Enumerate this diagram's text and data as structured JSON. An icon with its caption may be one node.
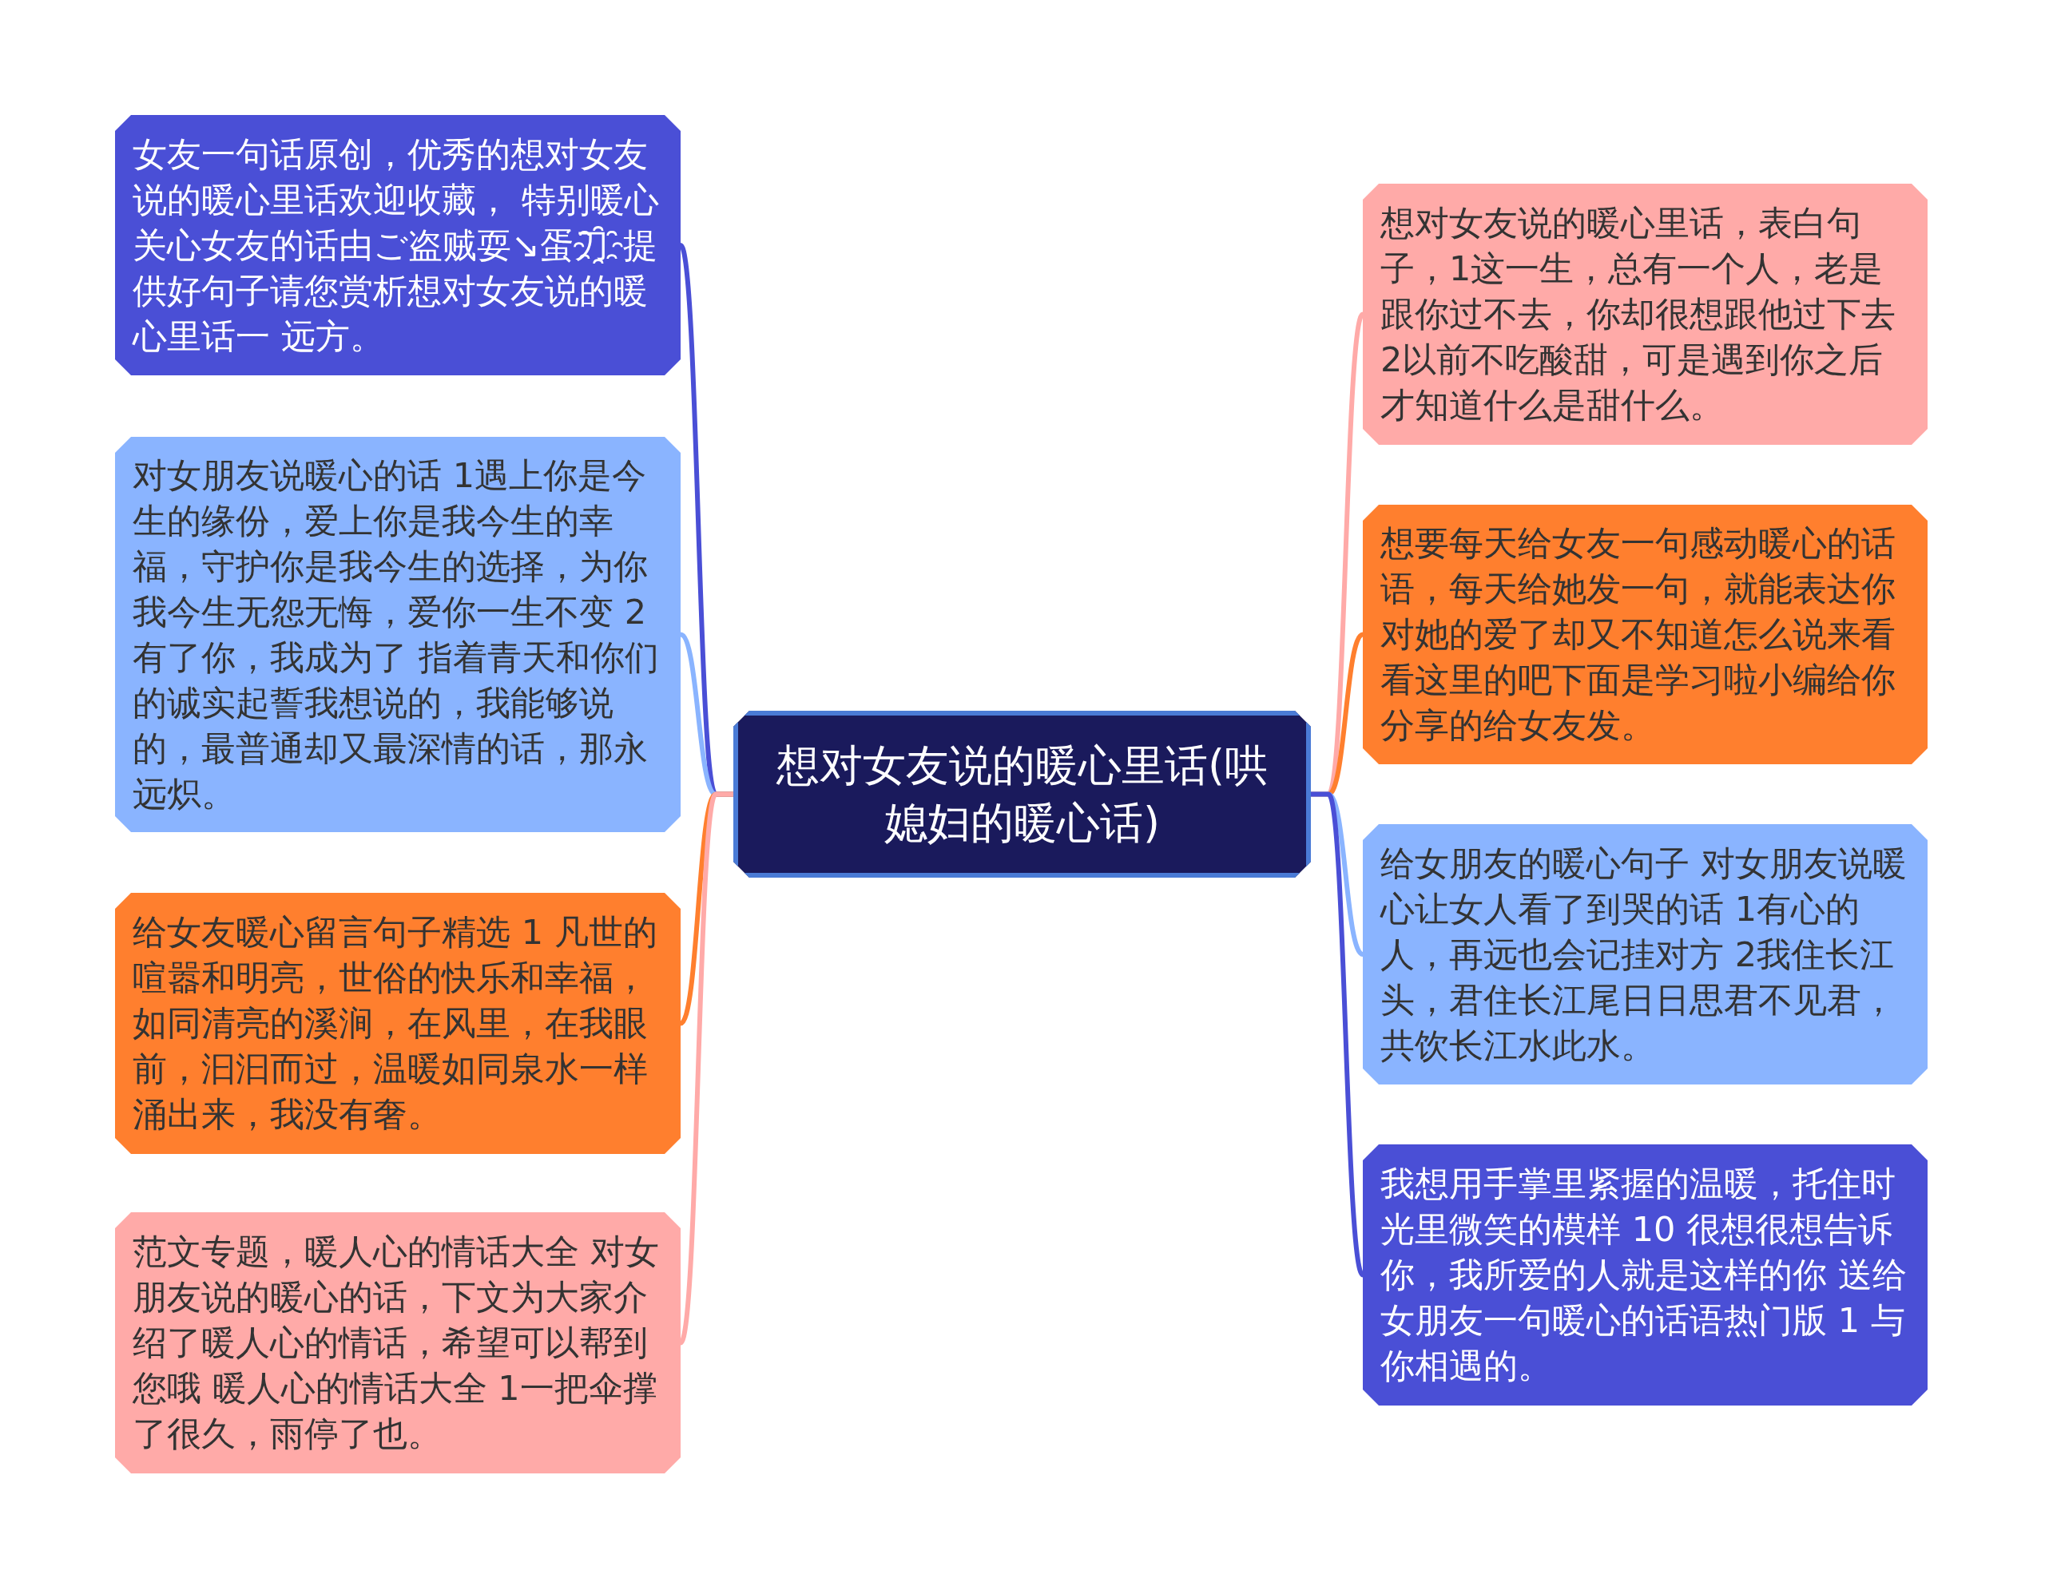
{
  "diagram": {
    "nodes": [
      {
        "text": [
          "想对女友说的暖心里话(哄媳妇的暖心话)"
        ]
      },
      {
        "text": [
          "女友一句话原创，优秀的想对女友说的暖心里话欢迎收藏， 特别暖心关心女友的话由ご盗贼耍↘蛋刀҈提供好句子请您赏析想对女友说的暖心里话一 远方。"
        ]
      },
      {
        "text": [
          "对女朋友说暖心的话 1遇上你是今生的缘份，爱上你是我今生的幸福，守护你是我今生的选择，为你我今生无怨无悔，爱你一生不变 2有了你，我成为了 指着青天和你们的诚实起誓我想说的，我能够说的，最普通却又最深情的话，那永远炽。"
        ]
      },
      {
        "text": [
          "给女友暖心留言句子精选 1 凡世的喧嚣和明亮，世俗的快乐和幸福，如同清亮的溪涧，在风里，在我眼前，汩汩而过，温暖如同泉水一样涌出来，我没有奢。"
        ]
      },
      {
        "text": [
          "范文专题，暖人心的情话大全 对女朋友说的暖心的话，下文为大家介绍了暖人心的情话，希望可以帮到您哦 暖人心的情话大全 1一把伞撑了很久，雨停了也。"
        ]
      },
      {
        "text": [
          "想对女友说的暖心里话，表白句子，1这一生，总有一个人，老是跟你过不去，你却很想跟他过下去2以前不吃酸甜，可是遇到你之后才知道什么是甜什么。"
        ]
      },
      {
        "text": [
          "想要每天给女友一句感动暖心的话语，每天给她发一句，就能表达你对她的爱了却又不知道怎么说来看看这里的吧下面是学习啦小编给你分享的给女友发。"
        ]
      },
      {
        "text": [
          "给女朋友的暖心句子 对女朋友说暖心让女人看了到哭的话 1有心的人，再远也会记挂对方 2我住长江头，君住长江尾日日思君不见君，共饮长江水此水。"
        ]
      },
      {
        "text": [
          "我想用手掌里紧握的温暖，托住时光里微笑的模样 10 很想很想告诉你，我所爱的人就是这样的你 送给女朋友一句暖心的话语热门版 1 与你相遇的。"
        ]
      }
    ],
    "edges": [
      {
        "from": 0,
        "to": 1,
        "arrow": "none",
        "color": "#4a4fd6"
      },
      {
        "from": 0,
        "to": 2,
        "arrow": "none",
        "color": "#8ab4ff"
      },
      {
        "from": 0,
        "to": 3,
        "arrow": "none",
        "color": "#ff7f2e"
      },
      {
        "from": 0,
        "to": 4,
        "arrow": "none",
        "color": "#ffaaa8"
      },
      {
        "from": 0,
        "to": 5,
        "arrow": "none",
        "color": "#ffaaa8"
      },
      {
        "from": 0,
        "to": 6,
        "arrow": "none",
        "color": "#ff7f2e"
      },
      {
        "from": 0,
        "to": 7,
        "arrow": "none",
        "color": "#8ab4ff"
      },
      {
        "from": 0,
        "to": 8,
        "arrow": "none",
        "color": "#4a4fd6"
      }
    ]
  }
}
